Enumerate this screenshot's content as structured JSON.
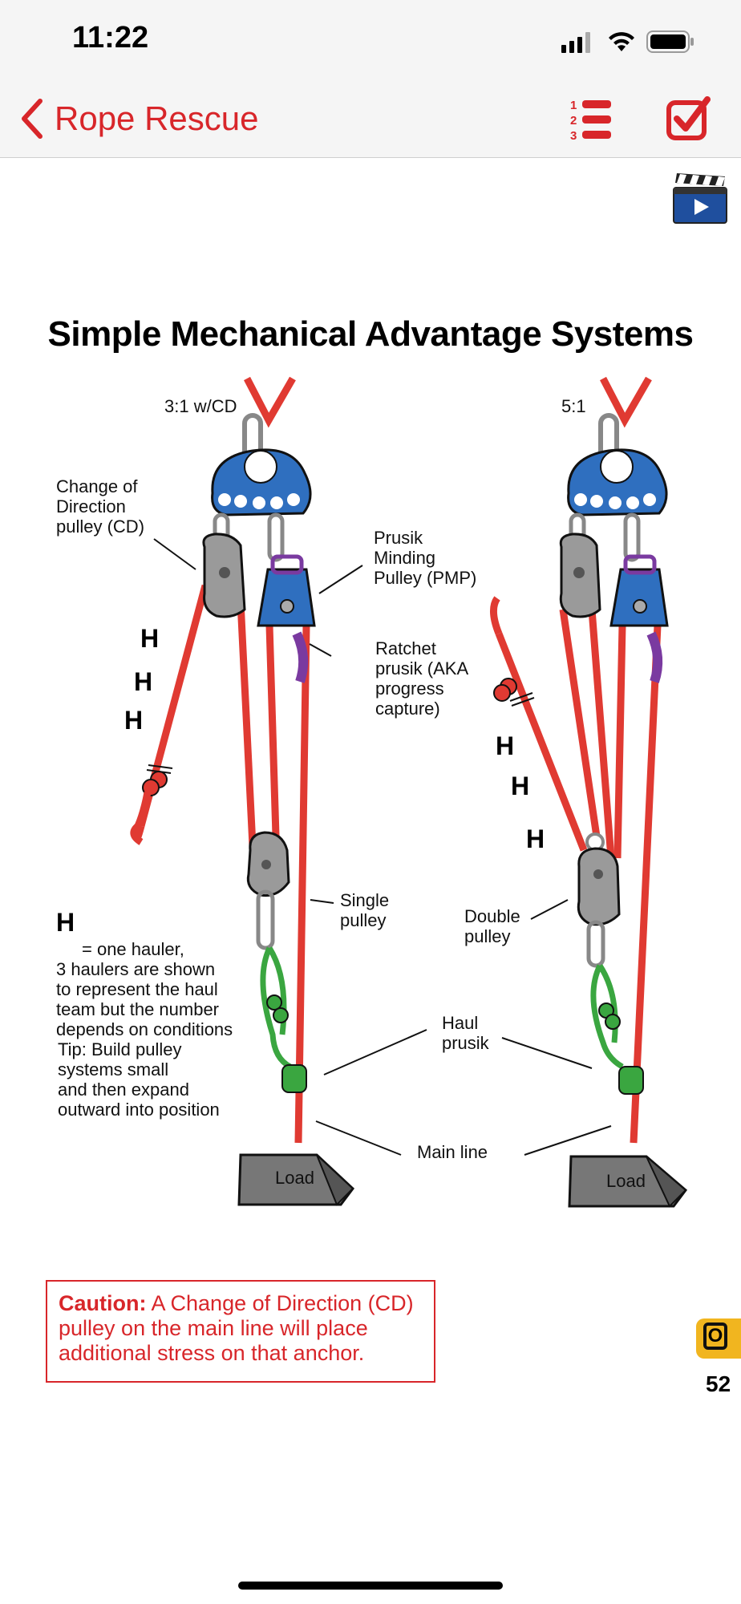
{
  "status": {
    "time": "11:22"
  },
  "nav": {
    "back_label": "Rope Rescue",
    "list_icon": "numbered-list-icon",
    "check_icon": "checkbox-icon",
    "video_icon": "video-clapper-icon"
  },
  "figure": {
    "title": "Simple Mechanical Advantage Systems",
    "left_system": "3:1 w/CD",
    "right_system": "5:1",
    "labels": {
      "change_of_direction": "Change of\nDirection\npulley (CD)",
      "pmp": "Prusik\nMinding\nPulley (PMP)",
      "ratchet": "Ratchet\nprusik (AKA\nprogress\ncapture)",
      "single_pulley": "Single\npulley",
      "double_pulley": "Double\npulley",
      "haul_prusik": "Haul\nprusik",
      "main_line": "Main line",
      "load": "Load"
    },
    "h_mark": "H",
    "hauler_note": "= one hauler,\n3 haulers are shown\nto represent the haul\nteam but the number\ndepends on conditions",
    "tip": "Tip: Build pulley\nsystems small\nand then expand\noutward into position"
  },
  "caution": {
    "label": "Caution:",
    "text": " A Change of Direction (CD) pulley on the main line will place additional stress on that anchor."
  },
  "page": {
    "number": "52",
    "tab_label": "O"
  },
  "colors": {
    "accent": "#d8262a",
    "rope": "#e03a32",
    "anchor_plate": "#2f6fbf",
    "pulley": "#9a9a9a",
    "ratchet": "#7a3aa0",
    "haul_prusik": "#3aa640",
    "tab": "#f1b51f"
  }
}
